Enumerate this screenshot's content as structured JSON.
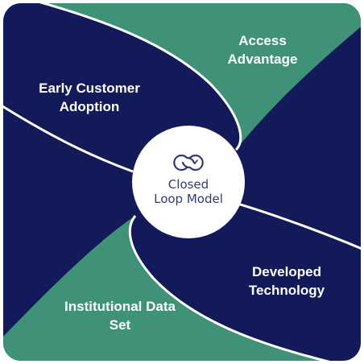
{
  "center": {
    "line1": "Closed",
    "line2": "Loop Model"
  },
  "segments": {
    "top": {
      "line1": "Access",
      "line2": "Advantage"
    },
    "left": {
      "line1": "Early Customer",
      "line2": "Adoption"
    },
    "right": {
      "line1": "Developed",
      "line2": "Technology"
    },
    "bottom": {
      "line1": "Institutional Data",
      "line2": "Set"
    }
  },
  "colors": {
    "navy": "#121a5a",
    "green": "#3f9278",
    "center_text": "#2f3a78",
    "label_text": "#ffffff"
  },
  "icons": {
    "center": "loop-icon"
  }
}
